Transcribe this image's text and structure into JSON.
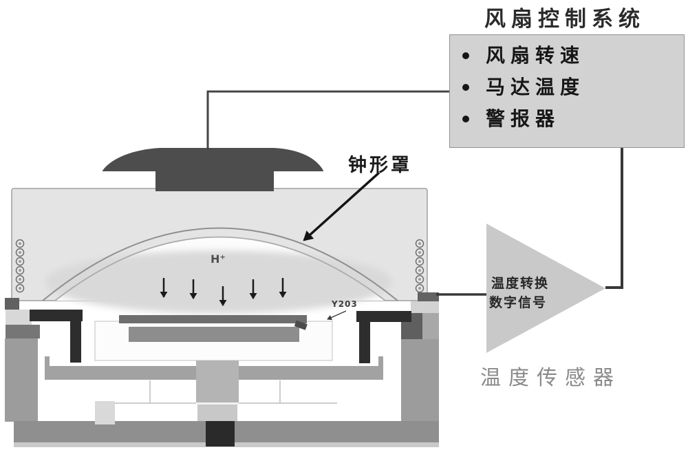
{
  "fan_control": {
    "title": "风扇控制系统",
    "items": [
      "风扇转速",
      "马达温度",
      "警报器"
    ]
  },
  "converter": {
    "line1": "温度转换",
    "line2": "数字信号"
  },
  "labels": {
    "temp_sensor": "温度传感器",
    "bell_jar": "钟形罩",
    "coating": "Y203",
    "plasma": "H⁺"
  },
  "colors": {
    "box_fill": "#d2d2d2",
    "triangle_fill": "#c9c9c9",
    "cap": "#4d4d4d",
    "chamber_body": "#e4e4e4",
    "clamp": "#2d2d2d",
    "base": "#8f8f8f",
    "wire": "#3f3f3f",
    "gray_text": "#8a8a8a"
  }
}
